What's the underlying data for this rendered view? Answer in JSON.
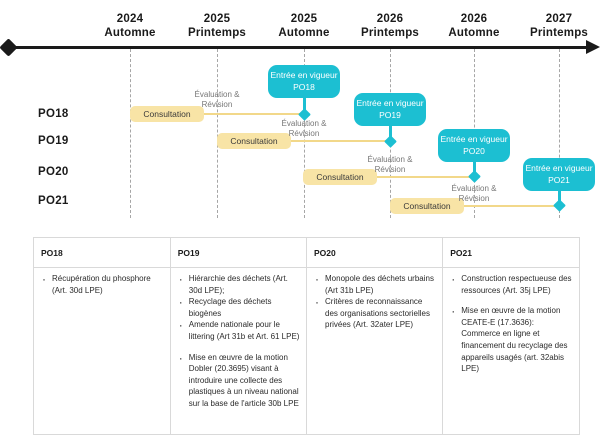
{
  "colors": {
    "teal": "#1cbfd2",
    "yellow": "#f8e4a6",
    "connector": "#f2d88a",
    "axis": "#1a1a1a",
    "gridline": "#a6a6a6",
    "eval_text": "#777777"
  },
  "axis": {
    "ticks": [
      {
        "year": "2024",
        "season": "Automne"
      },
      {
        "year": "2025",
        "season": "Printemps"
      },
      {
        "year": "2025",
        "season": "Automne"
      },
      {
        "year": "2026",
        "season": "Printemps"
      },
      {
        "year": "2026",
        "season": "Automne"
      },
      {
        "year": "2027",
        "season": "Printemps"
      }
    ]
  },
  "rows": [
    {
      "label": "PO18",
      "consultation": "Consultation",
      "evaluation": "Évaluation &\nRévision",
      "evaluation_line1": "Évaluation &",
      "evaluation_line2": "Révision",
      "milestone_line1": "Entrée en vigueur",
      "milestone_line2": "PO18"
    },
    {
      "label": "PO19",
      "consultation": "Consultation",
      "evaluation_line1": "Évaluation &",
      "evaluation_line2": "Révision",
      "milestone_line1": "Entrée en vigueur",
      "milestone_line2": "PO19"
    },
    {
      "label": "PO20",
      "consultation": "Consultation",
      "evaluation_line1": "Évaluation &",
      "evaluation_line2": "Révision",
      "milestone_line1": "Entrée en vigueur",
      "milestone_line2": "PO20"
    },
    {
      "label": "PO21",
      "consultation": "Consultation",
      "evaluation_line1": "Évaluation &",
      "evaluation_line2": "Révision",
      "milestone_line1": "Entrée en vigueur",
      "milestone_line2": "PO21"
    }
  ],
  "table": {
    "headers": [
      "PO18",
      "PO19",
      "PO20",
      "PO21"
    ],
    "columns": [
      {
        "items": [
          {
            "text": "Récupération du phosphore (Art. 30d LPE)",
            "spaced": false
          }
        ]
      },
      {
        "items": [
          {
            "text": "Hiérarchie des déchets (Art. 30d LPE);",
            "spaced": false
          },
          {
            "text": "Recyclage des déchets biogènes",
            "spaced": false
          },
          {
            "text": "Amende nationale pour le littering (Art 31b et Art. 61 LPE)",
            "spaced": false
          },
          {
            "text": "Mise en œuvre de la motion Dobler (20.3695) visant à introduire une collecte des plastiques à un niveau national sur la base de l'article 30b LPE",
            "spaced": true
          }
        ]
      },
      {
        "items": [
          {
            "text": "Monopole des déchets urbains (Art 31b LPE)",
            "spaced": false
          },
          {
            "text": "Critères de reconnaissance des organisations sectorielles privées (Art. 32ater LPE)",
            "spaced": false
          }
        ]
      },
      {
        "items": [
          {
            "text": "Construction respectueuse des ressources (Art. 35j LPE)",
            "spaced": false
          },
          {
            "text": "Mise en œuvre de la motion CEATE-E (17.3636): Commerce en ligne et financement du recyclage des appareils usagés (art. 32abis LPE)",
            "spaced": true
          }
        ]
      }
    ]
  }
}
